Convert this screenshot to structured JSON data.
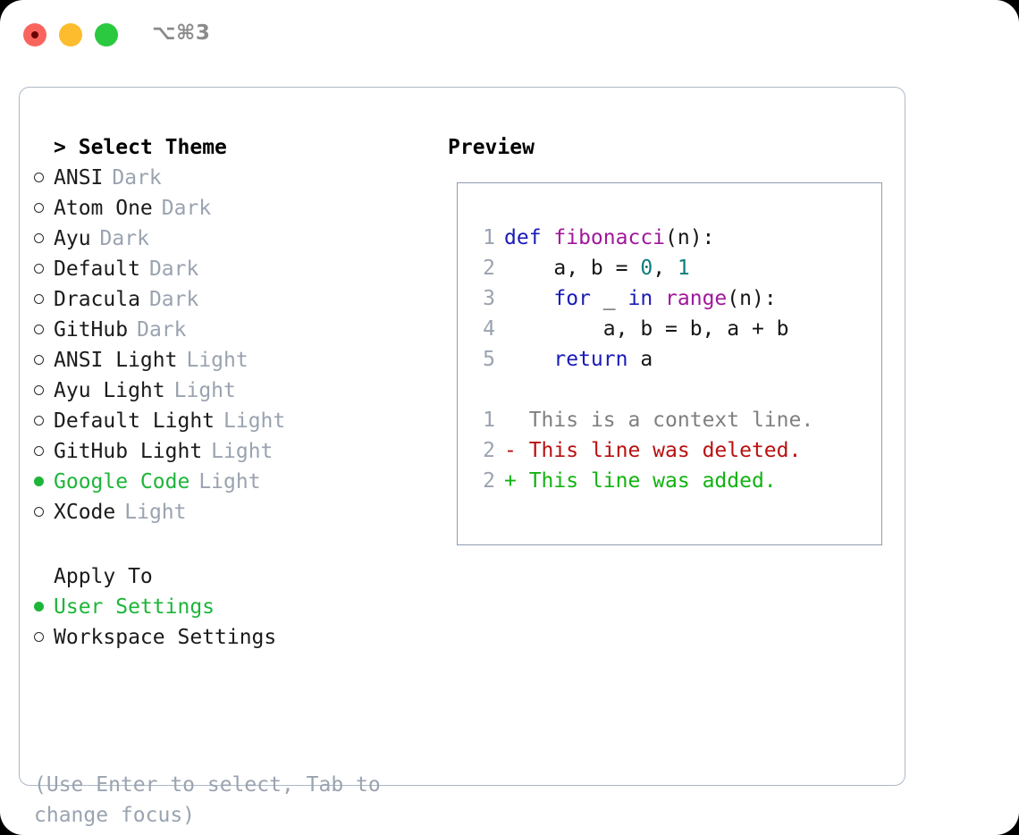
{
  "titlebar": {
    "shortcut": "⌥⌘3",
    "buttons": [
      {
        "name": "close",
        "color": "#f9655d"
      },
      {
        "name": "minimize",
        "color": "#fcbc2e"
      },
      {
        "name": "maximize",
        "color": "#2ac940"
      }
    ]
  },
  "colors": {
    "selected_green": "#1eb53a",
    "muted_gray": "#9aa3b0",
    "panel_border": "#adb8c6",
    "preview_border": "#8e9cb0",
    "keyword_blue": "#1a1ab8",
    "function_magenta": "#a0179b",
    "number_teal": "#0e7c7b",
    "diff_deleted_red": "#b91010",
    "diff_added_green": "#12b312"
  },
  "theme_picker": {
    "header": "Select Theme",
    "header_prefix": ">",
    "items": [
      {
        "name": "ANSI",
        "variant": "Dark",
        "selected": false
      },
      {
        "name": "Atom One",
        "variant": "Dark",
        "selected": false
      },
      {
        "name": "Ayu",
        "variant": "Dark",
        "selected": false
      },
      {
        "name": "Default",
        "variant": "Dark",
        "selected": false
      },
      {
        "name": "Dracula",
        "variant": "Dark",
        "selected": false
      },
      {
        "name": "GitHub",
        "variant": "Dark",
        "selected": false
      },
      {
        "name": "ANSI Light",
        "variant": "Light",
        "selected": false
      },
      {
        "name": "Ayu Light",
        "variant": "Light",
        "selected": false
      },
      {
        "name": "Default Light",
        "variant": "Light",
        "selected": false
      },
      {
        "name": "GitHub Light",
        "variant": "Light",
        "selected": false
      },
      {
        "name": "Google Code",
        "variant": "Light",
        "selected": true
      },
      {
        "name": "XCode",
        "variant": "Light",
        "selected": false
      }
    ]
  },
  "apply_to": {
    "header": "Apply To",
    "items": [
      {
        "name": "User Settings",
        "selected": true
      },
      {
        "name": "Workspace Settings",
        "selected": false
      }
    ]
  },
  "hint": "(Use Enter to select, Tab to change focus)",
  "preview": {
    "title": "Preview",
    "code_lines": [
      {
        "num": "1",
        "tokens": [
          {
            "t": "def ",
            "c": "kw"
          },
          {
            "t": "fibonacci",
            "c": "fn"
          },
          {
            "t": "(n):",
            "c": "pl"
          }
        ]
      },
      {
        "num": "2",
        "tokens": [
          {
            "t": "    a, b = ",
            "c": "pl"
          },
          {
            "t": "0",
            "c": "num"
          },
          {
            "t": ", ",
            "c": "pl"
          },
          {
            "t": "1",
            "c": "num"
          }
        ]
      },
      {
        "num": "3",
        "tokens": [
          {
            "t": "    ",
            "c": "pl"
          },
          {
            "t": "for",
            "c": "kw"
          },
          {
            "t": " _ ",
            "c": "pl"
          },
          {
            "t": "in",
            "c": "kw"
          },
          {
            "t": " ",
            "c": "pl"
          },
          {
            "t": "range",
            "c": "fn"
          },
          {
            "t": "(n):",
            "c": "pl"
          }
        ]
      },
      {
        "num": "4",
        "tokens": [
          {
            "t": "        a, b = b, a + b",
            "c": "pl"
          }
        ]
      },
      {
        "num": "5",
        "tokens": [
          {
            "t": "    ",
            "c": "pl"
          },
          {
            "t": "return",
            "c": "kw"
          },
          {
            "t": " a",
            "c": "pl"
          }
        ]
      }
    ],
    "diff_lines": [
      {
        "num": "1",
        "marker": "  ",
        "text": "This is a context line.",
        "cls": "ctx"
      },
      {
        "num": "2",
        "marker": "- ",
        "text": "This line was deleted.",
        "cls": "del"
      },
      {
        "num": "2",
        "marker": "+ ",
        "text": "This line was added.",
        "cls": "add"
      }
    ]
  }
}
